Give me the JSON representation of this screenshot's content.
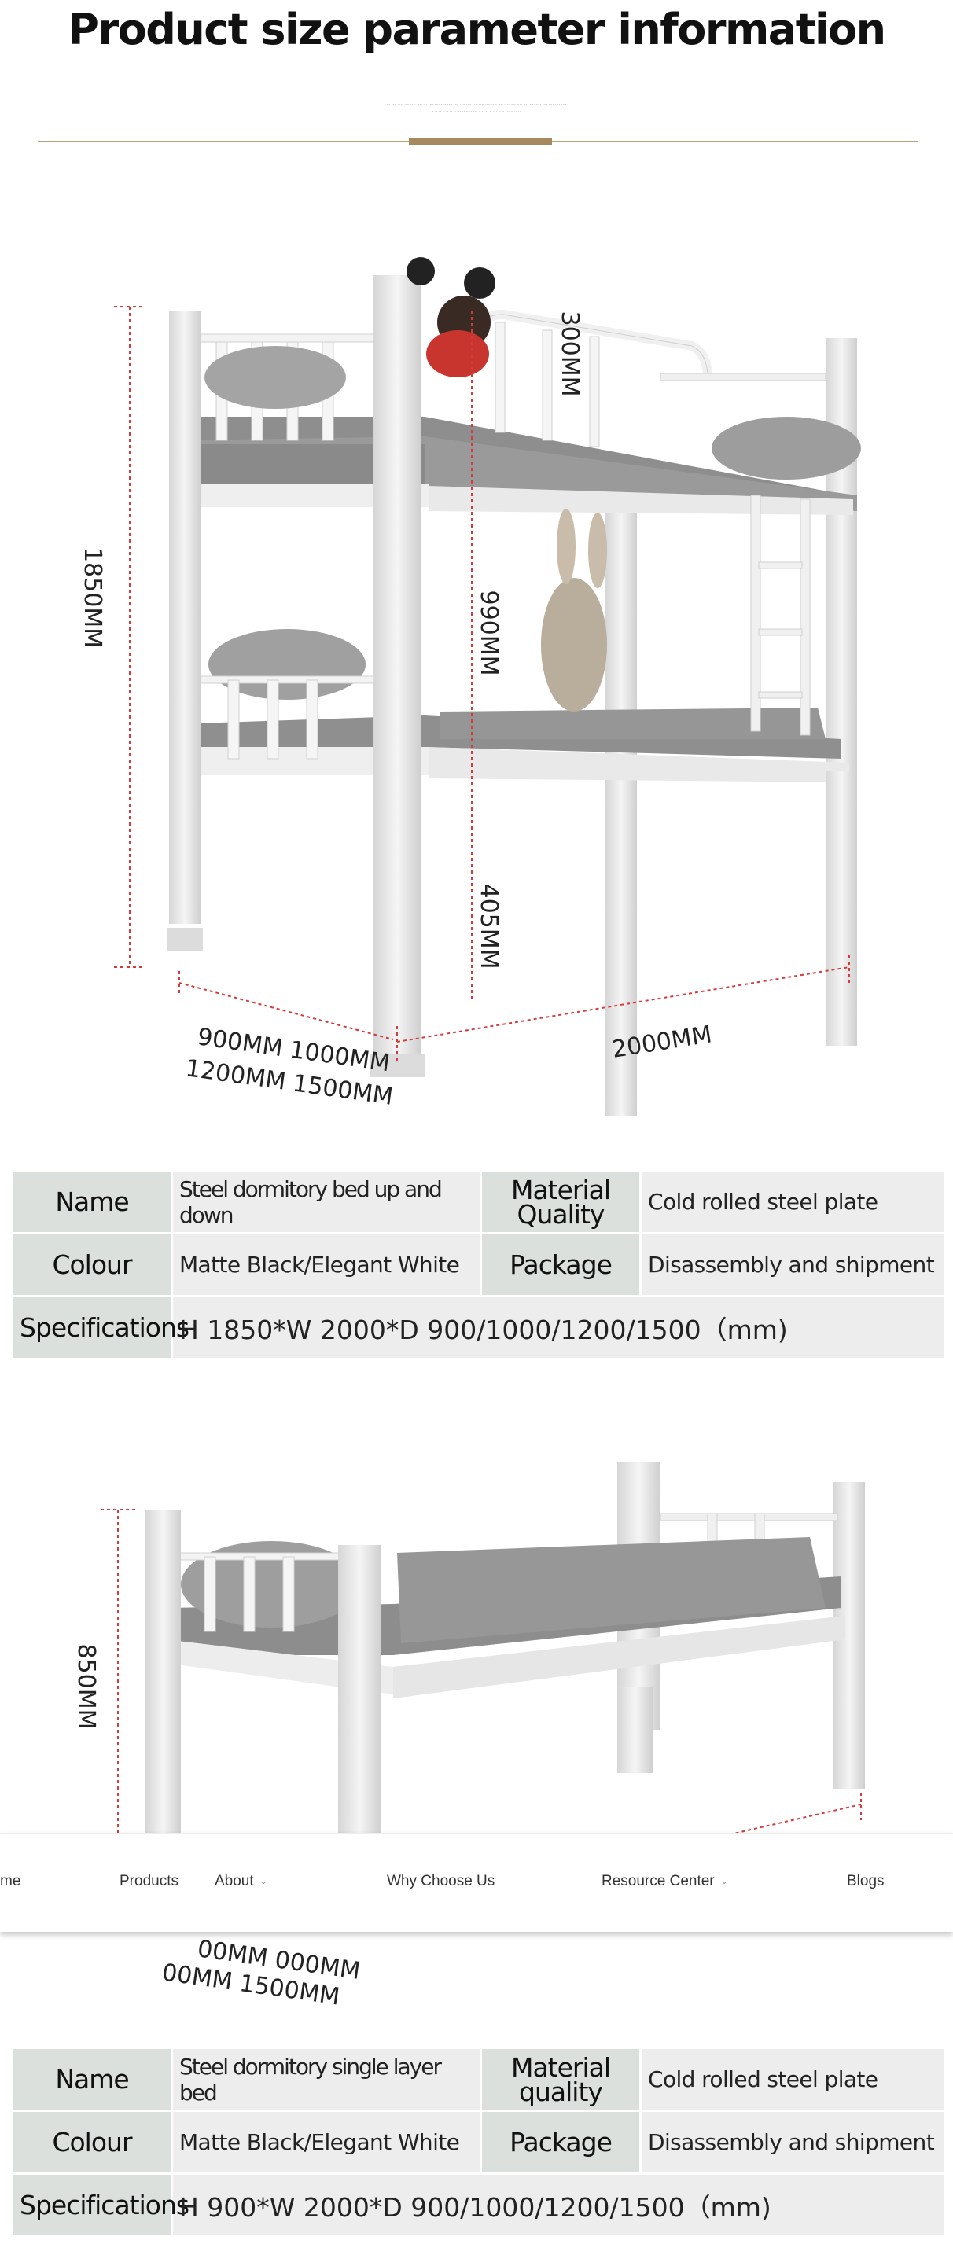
{
  "header": {
    "title": "Product size parameter information",
    "tiny_lines": [
      "· ·· ·· ·· ·· ·· ·· ··· ·· ·· ·· ··· ·· ·· ·· ·· ··· ·· ·· ··· ·· ·· ·· ·· ·· ·· ·· ·· ·· ·· ·· ·· ·· ·· ·· ·· ·· ·· ·· ·· ·· ·· ··",
      "··· ···· ···· ···· ···· ···· ··· ···· ···· ···· ···· ···· ···· ···· ···· ···· ···· ···· ···· ···· ···· ···· ···· ···· ···· ···· ···· ···· ····",
      "· ·· ·· ·· ·· ·· ·· ··· ·· ·· ·· ··· ·· ·· ·· ·· ··· ·· ·· ··· ·· ·· ··"
    ]
  },
  "bunk_bed": {
    "dimensions": {
      "height_total": "1850MM",
      "guard_height": "300MM",
      "bunk_clearance": "990MM",
      "floor_clearance": "405MM",
      "widths_row1": "900MM  1000MM",
      "widths_row2": "1200MM 1500MM",
      "length": "2000MM"
    }
  },
  "bunk_specs": {
    "name_label": "Name",
    "name_value": "Steel dormitory bed up and down",
    "material_label": "Material Quality",
    "material_value": "Cold rolled steel plate",
    "colour_label": "Colour",
    "colour_value": "Matte Black/Elegant White",
    "package_label": "Package",
    "package_value": "Disassembly and shipment",
    "spec_label": "Specifications",
    "spec_value": "H 1850*W 2000*D 900/1000/1200/1500（mm)"
  },
  "single_bed": {
    "dimensions": {
      "height": "850MM",
      "widths_row1": "00MM  000MM",
      "widths_row2": "00MM 1500MM"
    }
  },
  "nav": {
    "items": [
      {
        "label": "me",
        "dropdown": false
      },
      {
        "label": "Products",
        "dropdown": false
      },
      {
        "label": "About",
        "dropdown": true
      },
      {
        "label": "Why Choose Us",
        "dropdown": false
      },
      {
        "label": "Resource Center",
        "dropdown": true
      },
      {
        "label": "Blogs",
        "dropdown": false
      }
    ],
    "chevron_icon": "chevron-down-icon"
  },
  "single_specs": {
    "name_label": "Name",
    "name_value": "Steel dormitory single layer bed",
    "material_label": "Material quality",
    "material_value": "Cold rolled steel plate",
    "colour_label": "Colour",
    "colour_value": "Matte Black/Elegant White",
    "package_label": "Package",
    "package_value": "Disassembly and shipment",
    "spec_label": "Specifications",
    "spec_value": "H 900*W 2000*D 900/1000/1200/1500（mm)"
  },
  "colors": {
    "rule": "#b7a37a",
    "rule_accent": "#a7895f",
    "dimension_line": "#d53b3b",
    "label_cell": "#dbe0dc",
    "value_cell": "#ededed",
    "bed_frame": "#e6e6e6",
    "mattress": "#8b8b8b"
  }
}
